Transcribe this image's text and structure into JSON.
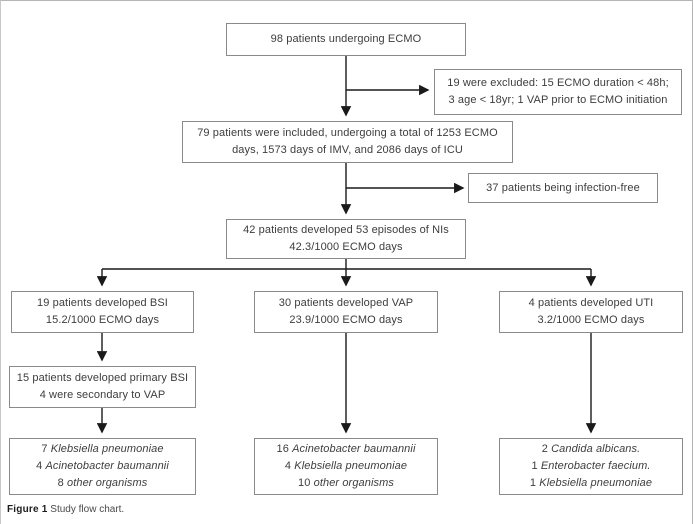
{
  "figure": {
    "caption_label": "Figure 1",
    "caption_text": "Study flow chart.",
    "colors": {
      "box_border": "#8a8a8a",
      "connector": "#1a1a1a",
      "page_border": "#b5b5b5",
      "text": "#3d3d3d"
    }
  },
  "boxes": {
    "ecmo": {
      "lines": [
        "98 patients undergoing ECMO"
      ]
    },
    "excluded": {
      "lines": [
        "19 were excluded: 15 ECMO duration < 48h;",
        "3 age < 18yr; 1 VAP prior to ECMO initiation"
      ]
    },
    "included": {
      "lines": [
        "79 patients were included, undergoing a total of 1253 ECMO",
        "days, 1573 days of IMV, and 2086 days of ICU"
      ]
    },
    "infection_free": {
      "lines": [
        "37 patients being infection-free"
      ]
    },
    "nis": {
      "lines": [
        "42 patients developed 53 episodes of NIs",
        "42.3/1000 ECMO days"
      ]
    },
    "bsi": {
      "lines": [
        "19 patients developed BSI",
        "15.2/1000 ECMO days"
      ]
    },
    "vap": {
      "lines": [
        "30 patients developed VAP",
        "23.9/1000 ECMO days"
      ]
    },
    "uti": {
      "lines": [
        "4 patients developed UTI",
        "3.2/1000 ECMO days"
      ]
    },
    "primary_bsi": {
      "lines": [
        "15 patients developed primary BSI",
        "4 were secondary to VAP"
      ]
    },
    "bsi_organisms": {
      "organisms": [
        {
          "count": "7",
          "name": "Klebsiella pneumoniae"
        },
        {
          "count": "4",
          "name": "Acinetobacter baumannii"
        },
        {
          "count": "8",
          "name": "other organisms"
        }
      ]
    },
    "vap_organisms": {
      "organisms": [
        {
          "count": "16",
          "name": "Acinetobacter baumannii"
        },
        {
          "count": "4",
          "name": "Klebsiella pneumoniae"
        },
        {
          "count": "10",
          "name": "other organisms"
        }
      ]
    },
    "uti_organisms": {
      "organisms": [
        {
          "count": "2",
          "name": "Candida albicans."
        },
        {
          "count": "1",
          "name": "Enterobacter faecium."
        },
        {
          "count": "1",
          "name": "Klebsiella pneumoniae"
        }
      ]
    }
  }
}
